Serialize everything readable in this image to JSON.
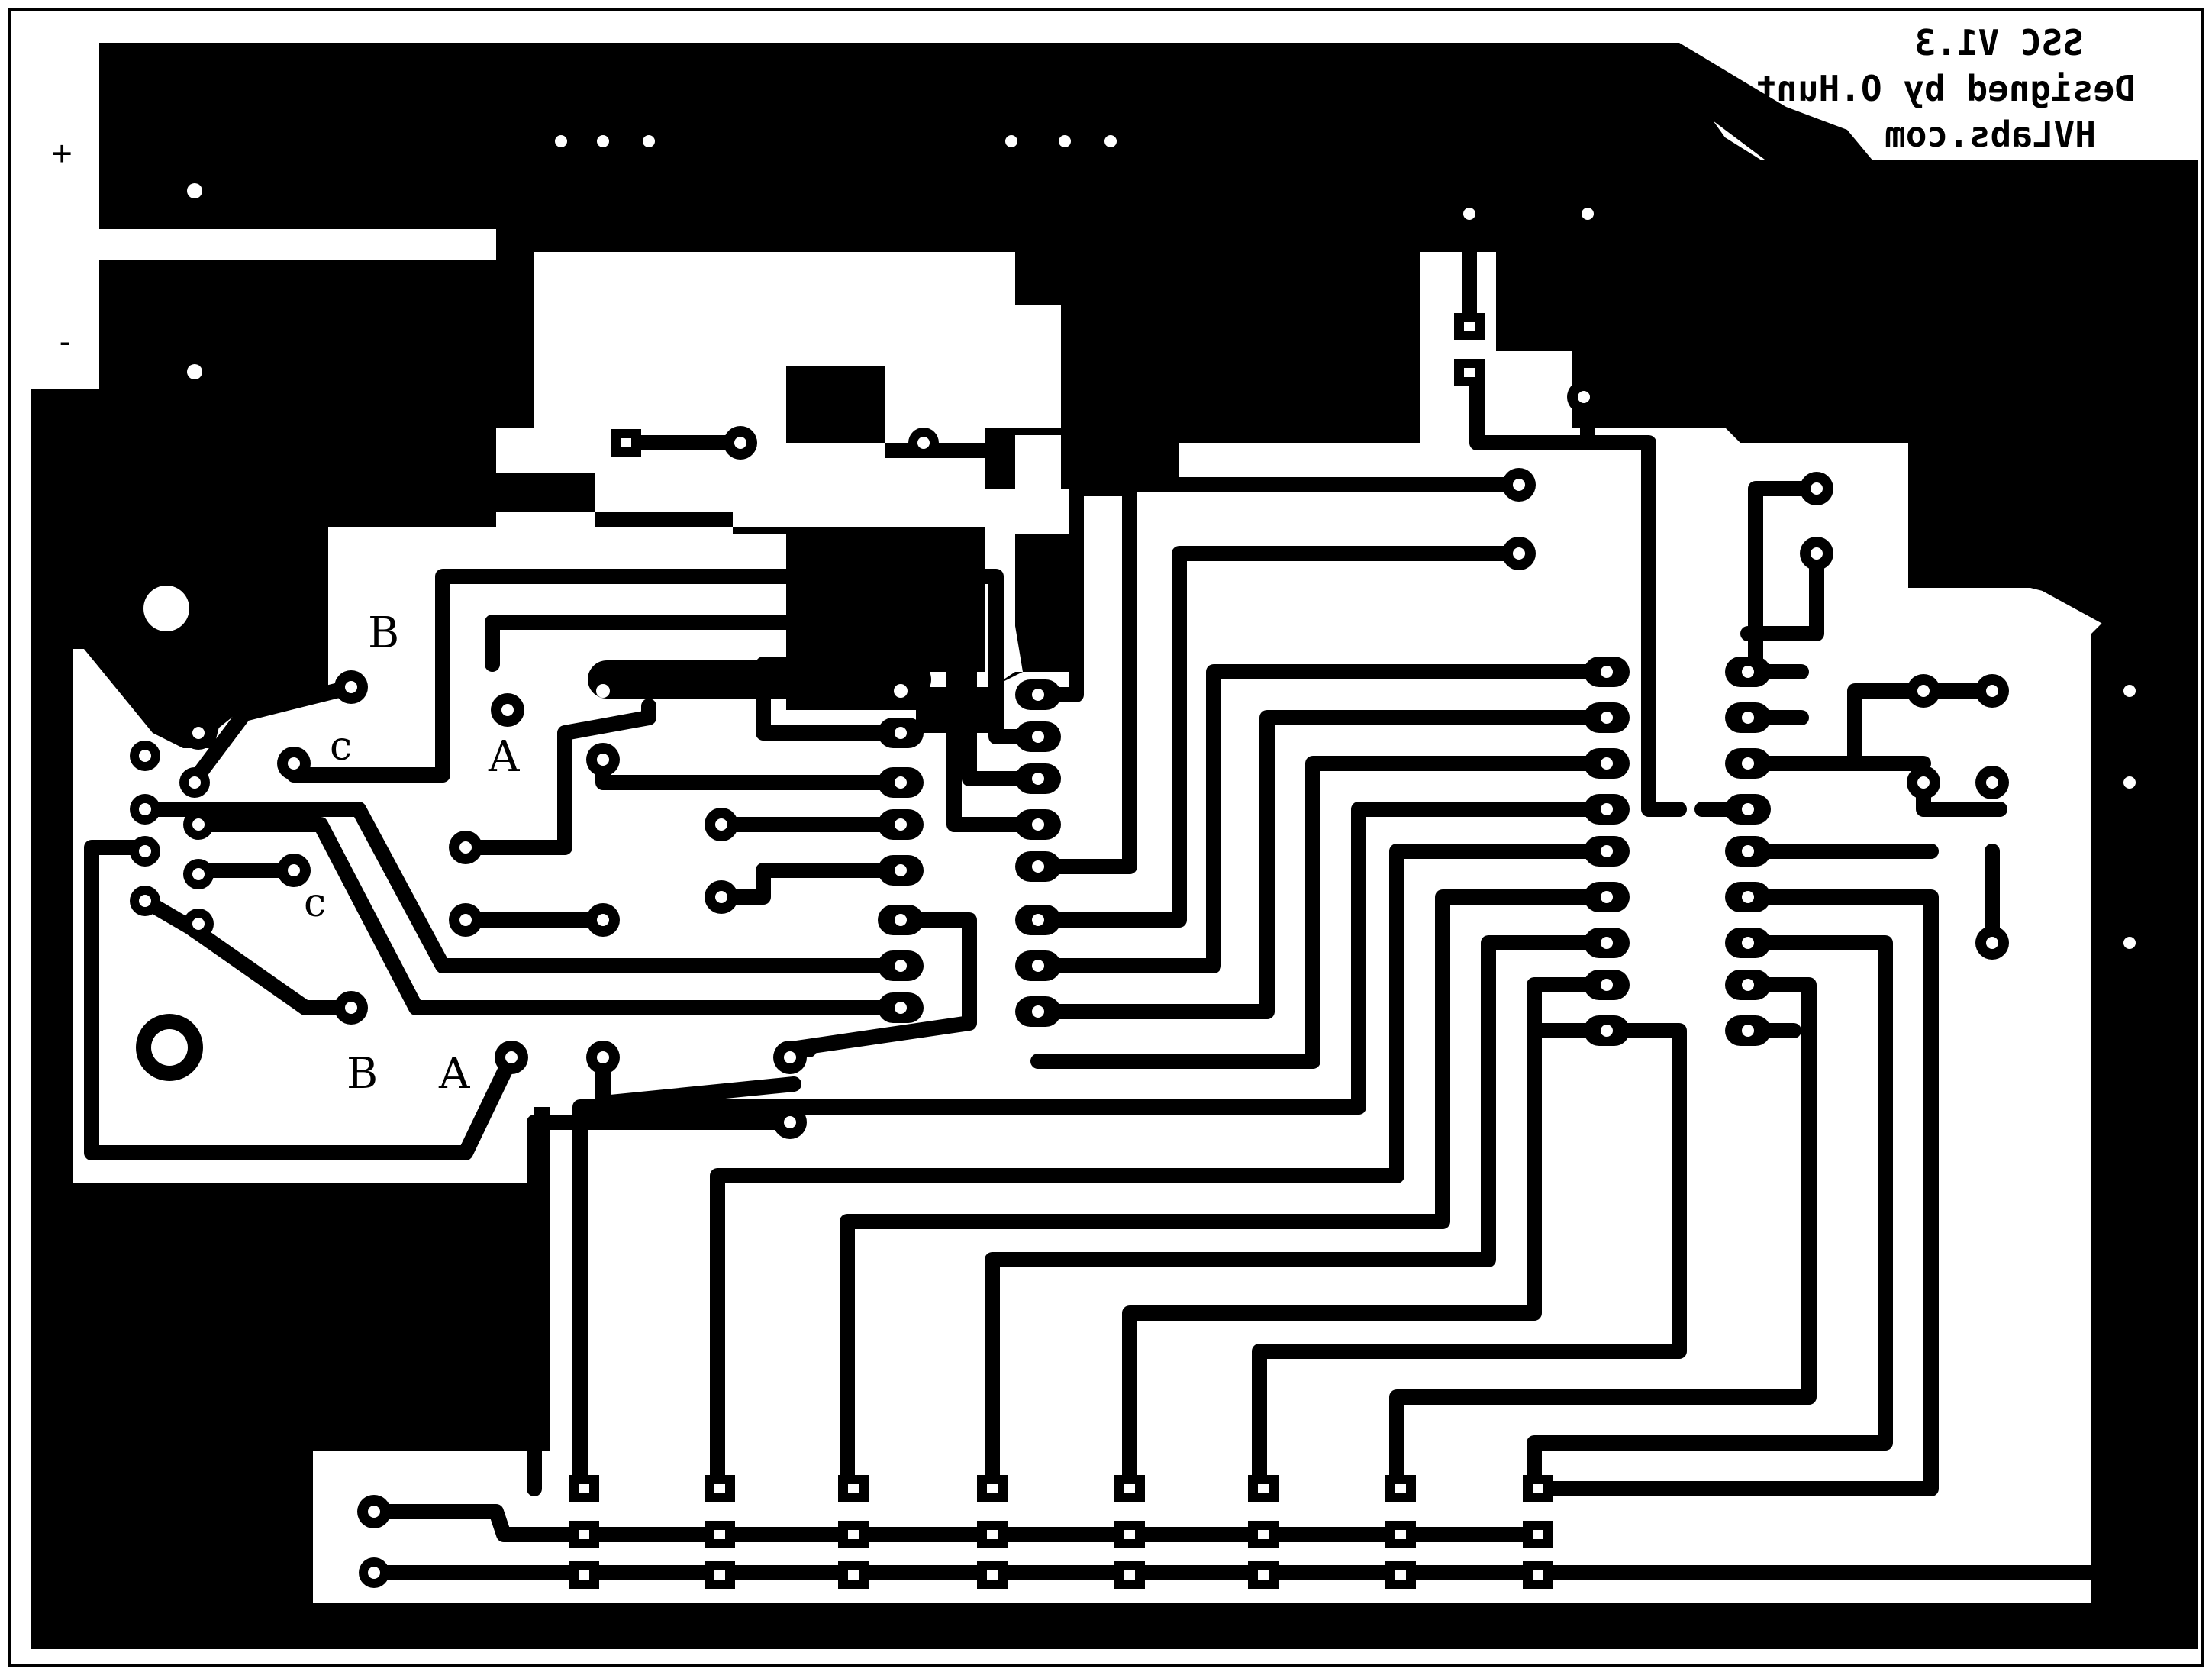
{
  "board": {
    "mirrored_text": [
      "SSC V1.3",
      "Designed by O.Hunt",
      "HVLabs.com"
    ],
    "power_plus": "+",
    "power_minus": "-",
    "pot_labels": {
      "b_top": "B",
      "c_top": "c",
      "a_top": "A",
      "c_bottom": "c",
      "b_bottom": "B",
      "a_bottom": "A"
    }
  },
  "colors": {
    "copper": "#000000",
    "substrate": "#ffffff"
  }
}
